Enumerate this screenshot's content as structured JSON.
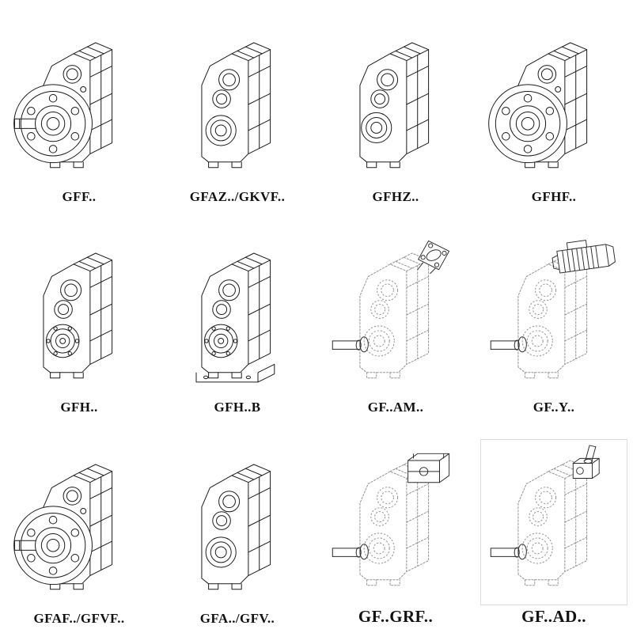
{
  "page": {
    "background": "#ffffff",
    "line_color": "#1c1c1c",
    "phantom_line_color": "#939393"
  },
  "cells": [
    {
      "label": "GFF..",
      "drawing": "gearbox-output-flange-shaft-drawing"
    },
    {
      "label": "GFAZ../GKVF..",
      "drawing": "gearbox-hollow-shaft-drawing"
    },
    {
      "label": "GFHZ..",
      "drawing": "gearbox-hollow-shaft-drawing"
    },
    {
      "label": "GFHF..",
      "drawing": "gearbox-output-flange-drawing"
    },
    {
      "label": "GFH..",
      "drawing": "gearbox-bearing-face-drawing"
    },
    {
      "label": "GFH..B",
      "drawing": "gearbox-foot-mounted-drawing"
    },
    {
      "label": "GF..AM..",
      "drawing": "gearbox-iec-adapter-flange-drawing"
    },
    {
      "label": "GF..Y..",
      "drawing": "gearbox-with-motor-drawing"
    },
    {
      "label": "GFAF../GFVF..",
      "drawing": "gearbox-output-flange-shaft-drawing"
    },
    {
      "label": "GFA../GFV..",
      "drawing": "gearbox-hollow-shaft-drawing"
    },
    {
      "label": "GF..GRF..",
      "drawing": "gearbox-adapter-block-drawing"
    },
    {
      "label": "GF..AD..",
      "drawing": "gearbox-input-shaft-adapter-drawing"
    }
  ]
}
